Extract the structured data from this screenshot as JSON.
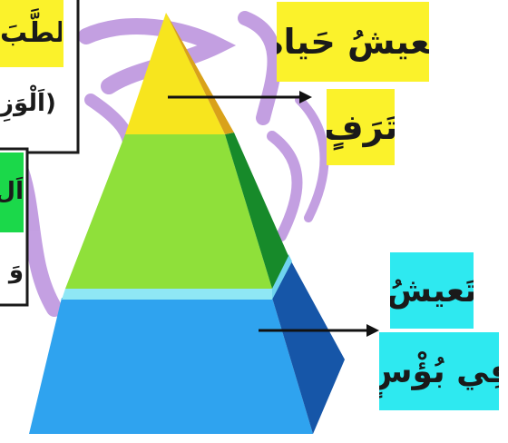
{
  "labels": {
    "top_line1": "تَعيشُ حَياةَ",
    "top_line2": "تَرَفٍ",
    "bottom_line1": "تَعيشُ",
    "bottom_line2": "فِي بُؤْسٍ",
    "left_line1": "اَلطَّبَ",
    "left_line2": "(اَلْوَزِ",
    "left_line3": "اَل",
    "left_line4": "وَ"
  },
  "colors": {
    "top_tier": "#f7e51e",
    "middle_tier": "#8fe03a",
    "bottom_tier": "#2fa3ef",
    "label_yellow": "#fbf22b",
    "label_cyan": "#2ee9f0",
    "label_green": "#1bd84a",
    "swirl": "#b080d8"
  }
}
